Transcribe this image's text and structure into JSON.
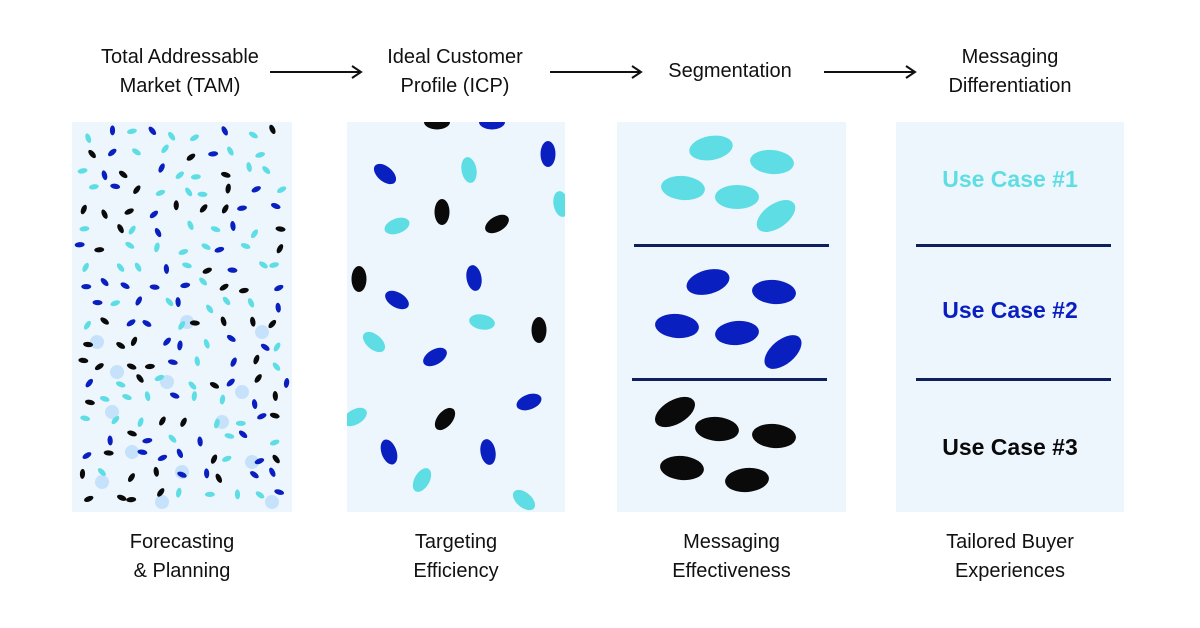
{
  "stages": [
    {
      "line1": "Total Addressable",
      "line2": "Market (TAM)",
      "caption1": "Forecasting",
      "caption2": "& Planning"
    },
    {
      "line1": "Ideal Customer",
      "line2": "Profile (ICP)",
      "caption1": "Targeting",
      "caption2": "Efficiency"
    },
    {
      "line1": "Segmentation",
      "line2": "",
      "caption1": "Messaging",
      "caption2": "Effectiveness"
    },
    {
      "line1": "Messaging",
      "line2": "Differentiation",
      "caption1": "Tailored Buyer",
      "caption2": "Experiences"
    }
  ],
  "use_cases": [
    "Use Case #1",
    "Use Case #2",
    "Use Case #3"
  ],
  "colors": {
    "cyan": "#5fdde5",
    "blue": "#0a1fbf",
    "black": "#0a0a0a",
    "light_dot": "#c5e2fa",
    "panel_bg": "#eef6fd",
    "divider": "#0f1f5c"
  }
}
